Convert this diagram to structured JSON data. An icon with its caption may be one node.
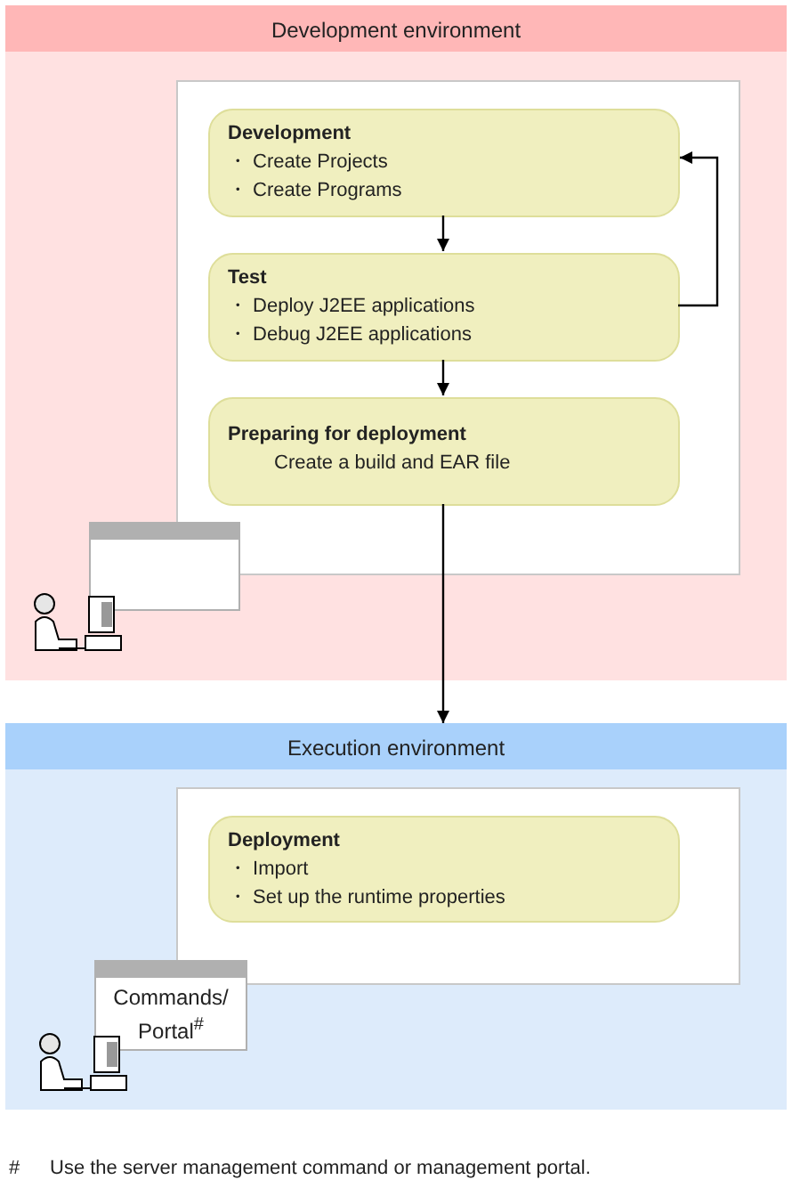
{
  "diagram": {
    "nodes": [
      {
        "text": [
          "Development environment"
        ]
      },
      {
        "text": [],
        "shape": "box",
        "in": 0
      },
      {
        "text": [
          "Development",
          "・ Create Projects",
          "・ Create Programs"
        ],
        "in": 1
      },
      {
        "text": [
          "Test",
          "・ Deploy J2EE applications",
          "・ Debug J2EE applications"
        ],
        "in": 1
      },
      {
        "text": [
          "Preparing for deployment",
          "Create a build and EAR file"
        ],
        "in": 1
      },
      {
        "text": [],
        "shape": "box",
        "in": 0
      },
      {
        "text": [
          "Execution environment"
        ]
      },
      {
        "text": [],
        "shape": "box",
        "in": 6
      },
      {
        "text": [
          "Deployment",
          "・ Import",
          "・ Set up the runtime properties"
        ],
        "in": 7
      },
      {
        "text": [
          "Commands/ Portal$^{#}$"
        ],
        "in": 6
      }
    ],
    "edges": [
      {
        "from": 2,
        "to": 3,
        "arrow": "to"
      },
      {
        "from": 3,
        "to": 2,
        "arrow": "to"
      },
      {
        "from": 3,
        "to": 4,
        "arrow": "to"
      },
      {
        "from": 4,
        "to": 6,
        "arrow": "to"
      }
    ],
    "labels": [
      "#",
      "Use the server management command or management portal."
    ]
  }
}
